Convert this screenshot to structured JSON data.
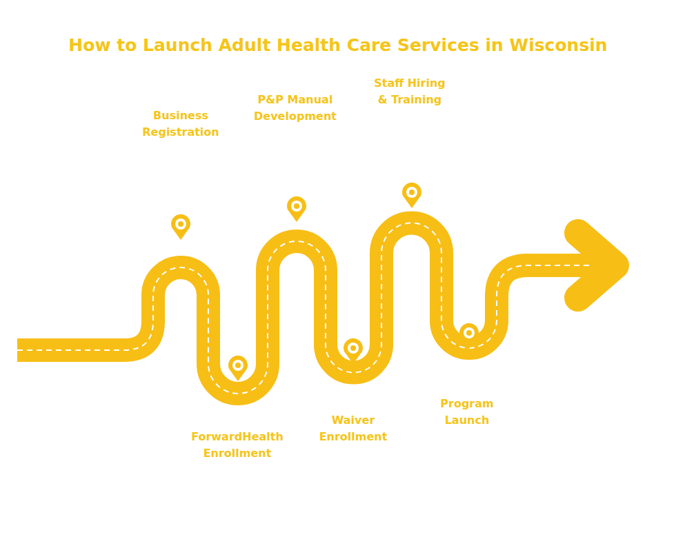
{
  "diagram": {
    "title": "How to Launch Adult Health Care Services in Wisconsin",
    "labels": [
      "Business Registration",
      "ForwardHealth Enrollment",
      "P&P Manual Development",
      "Waiver Enrollment",
      "Staff Hiring & Training",
      "Program Launch"
    ]
  }
}
